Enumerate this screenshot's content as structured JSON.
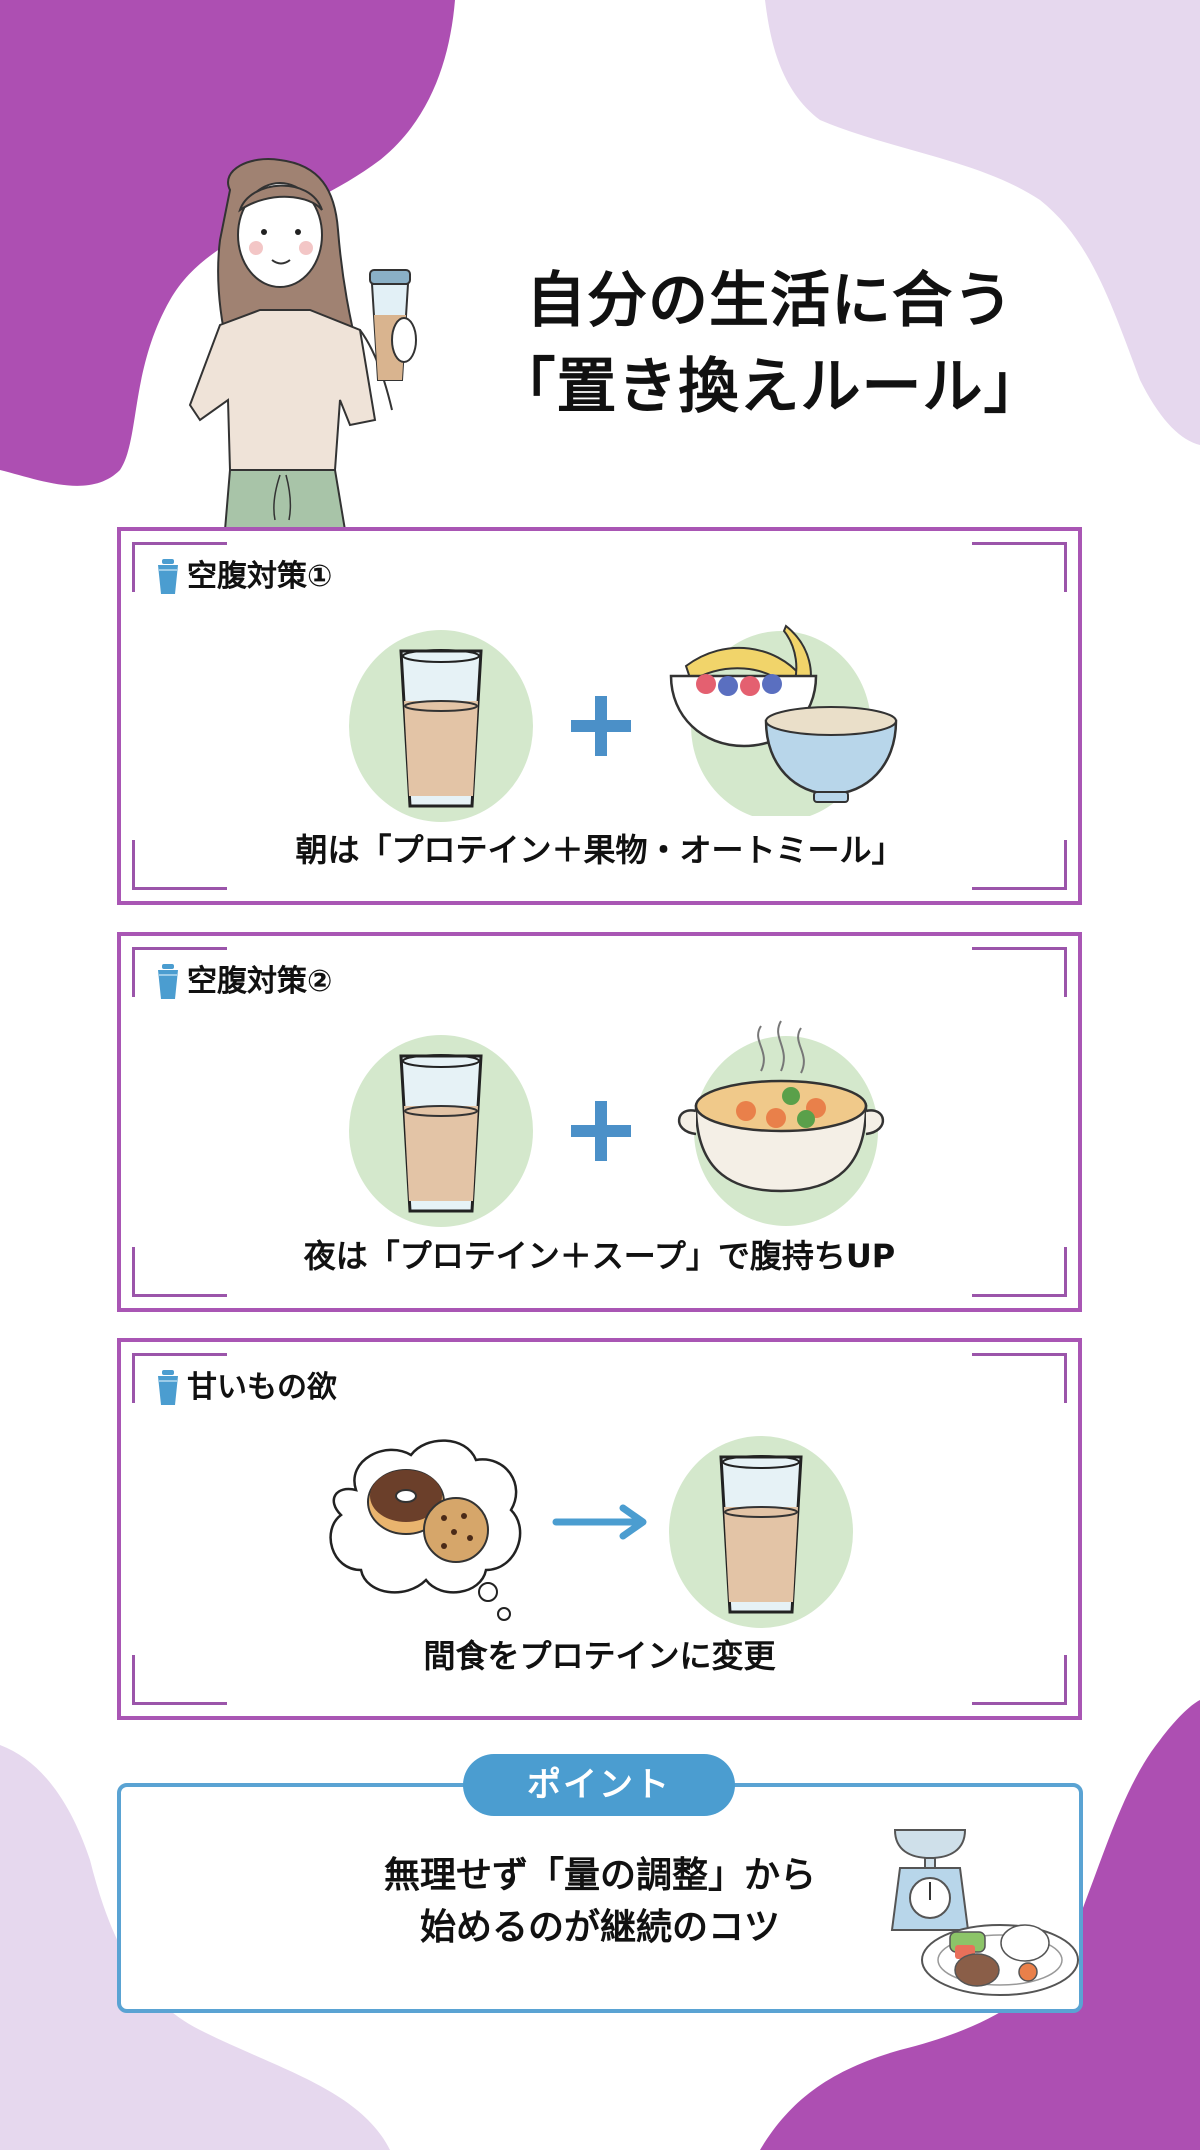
{
  "colors": {
    "purple_dark": "#ad4fb2",
    "purple_light": "#e6d8ee",
    "card_border": "#a956b4",
    "accent_blue": "#4b9dd0",
    "green_circle": "#d4e8cc",
    "drink": "#e3c4a6"
  },
  "hero": {
    "title_line1": "自分の生活に合う",
    "title_line2": "「置き換えルール」",
    "illustration": "woman-holding-protein-shaker"
  },
  "cards": [
    {
      "icon": "shaker-icon",
      "heading": "空腹対策①",
      "left_item": "protein-glass",
      "connector": "+",
      "right_item": "fruit-bowl-and-oatmeal",
      "caption": "朝は「プロテイン＋果物・オートミール」"
    },
    {
      "icon": "shaker-icon",
      "heading": "空腹対策②",
      "left_item": "protein-glass",
      "connector": "+",
      "right_item": "soup-pot",
      "caption": "夜は「プロテイン＋スープ」で腹持ちUP"
    },
    {
      "icon": "shaker-icon",
      "heading": "甘いもの欲",
      "left_item": "sweets-thought-bubble",
      "connector": "→",
      "right_item": "protein-glass",
      "caption": "間食をプロテインに変更"
    }
  ],
  "point": {
    "badge": "ポイント",
    "line1": "無理せず「量の調整」から",
    "line2": "始めるのが継続のコツ",
    "illustration": "kitchen-scale-and-plate"
  }
}
